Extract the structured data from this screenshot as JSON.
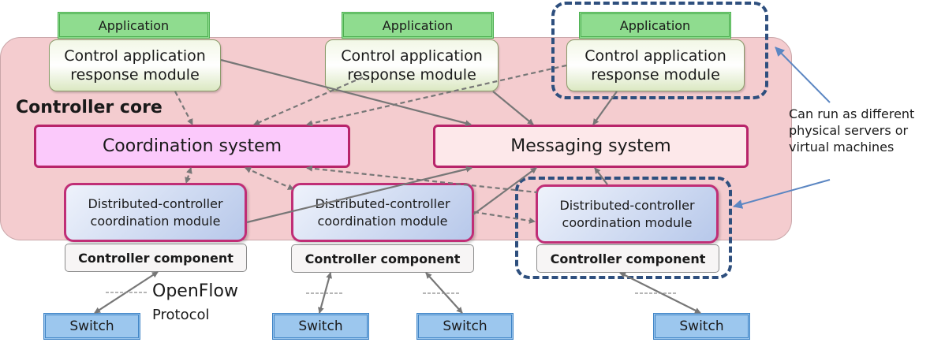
{
  "labels": {
    "application": "Application",
    "control_app_response": "Control application response module",
    "controller_core": "Controller core",
    "coordination_system": "Coordination system",
    "messaging_system": "Messaging system",
    "distributed_controller": "Distributed-controller coordination module",
    "controller_component": "Controller component",
    "switch": "Switch",
    "openflow": "OpenFlow",
    "protocol": "Protocol",
    "note": "Can run as different physical servers or virtual machines"
  },
  "colors": {
    "core_fill": "#f4cccf",
    "application_fill": "#8fdc8f",
    "coordination_fill": "#fbc9fb",
    "messaging_fill": "#fde8ea",
    "module_border": "#b8246a",
    "switch_fill": "#9cc7ee",
    "group_dash": "#2e4f7e",
    "arrow": "#777777",
    "callout_arrow": "#5b86c2"
  }
}
